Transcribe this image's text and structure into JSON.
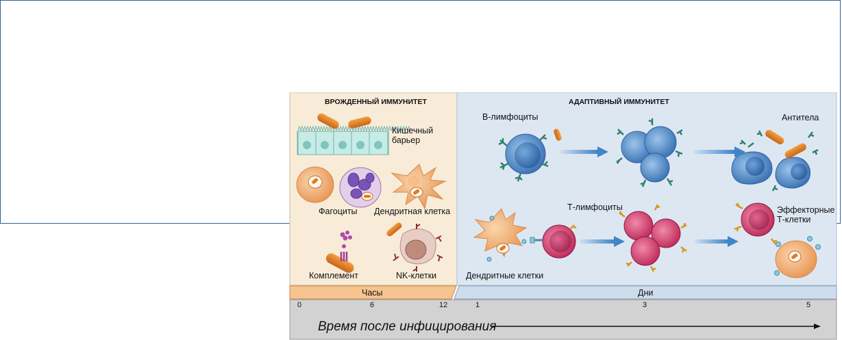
{
  "innate": {
    "title": "ВРОЖДЕННЫЙ ИММУНИТЕТ",
    "gut_barrier": "Кишечный\nбарьер",
    "phagocytes": "Фагоциты",
    "dendritic_cell": "Дендритная клетка",
    "complement": "Комплемент",
    "nk_cells": "NK-клетки"
  },
  "adaptive": {
    "title": "АДАПТИВНЫЙ ИММУНИТЕТ",
    "b_lymphocytes": "В-лимфоциты",
    "antibodies": "Антитела",
    "t_lymphocytes": "Т-лимфоциты",
    "effector_t_cells": "Эффекторные\nТ-клетки",
    "dendritic_cells": "Дендритные клетки"
  },
  "timeline": {
    "hours_label": "Часы",
    "days_label": "Дни",
    "hours_ticks": [
      "0",
      "6",
      "12"
    ],
    "days_ticks": [
      "1",
      "3",
      "5"
    ],
    "caption": "Время после инфицирования"
  },
  "colors": {
    "innate_bg": "#f8ecd8",
    "adaptive_bg": "#dde7f2",
    "hours_band": "#f6c48e",
    "days_band": "#cfdcec",
    "b_cell": "#4a86c5",
    "t_cell": "#d0406e",
    "bacteria": "#e07a1e",
    "arrow": "#4f8fcc"
  }
}
